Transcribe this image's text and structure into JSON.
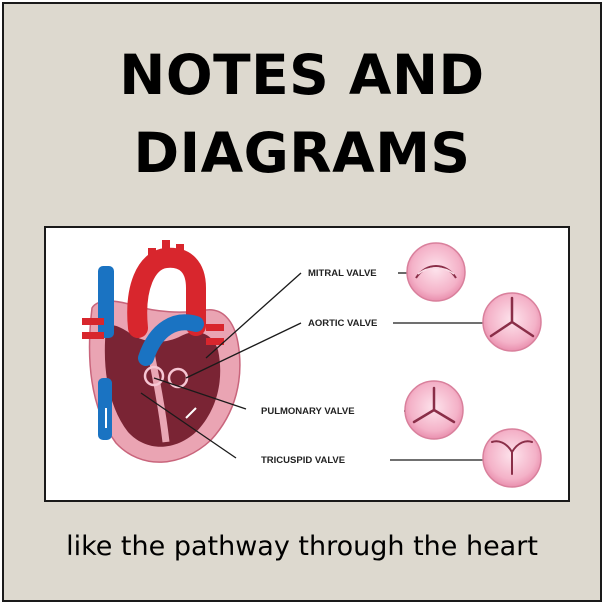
{
  "title": {
    "line1": "NOTES AND",
    "line2": "DIAGRAMS"
  },
  "diagram": {
    "labels": {
      "mitral": "MITRAL VALVE",
      "aortic": "AORTIC VALVE",
      "pulmonary": "PULMONARY VALVE",
      "tricuspid": "TRICUSPID VALVE"
    },
    "colors": {
      "oxygenated": "#d8262d",
      "deoxygenated": "#1a73c2",
      "muscle": "#e9a6b4",
      "valve": "#f6b9cf"
    }
  },
  "caption": "like the pathway through the heart"
}
